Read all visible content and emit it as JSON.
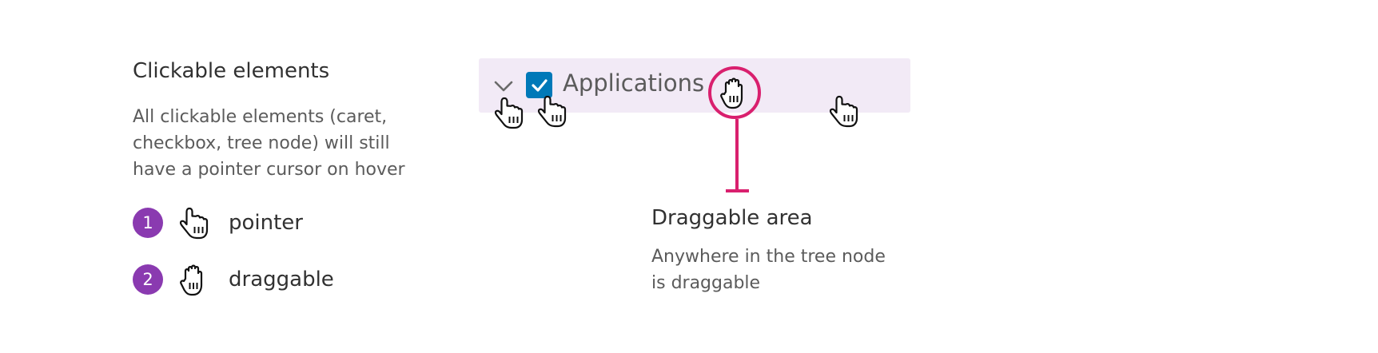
{
  "intro": {
    "title": "Clickable elements",
    "description": "All clickable elements (caret, checkbox, tree node) will still have a pointer cursor on hover"
  },
  "legend": {
    "items": [
      {
        "number": "1",
        "label": "pointer",
        "icon": "pointer-cursor-icon"
      },
      {
        "number": "2",
        "label": "draggable",
        "icon": "grab-cursor-icon"
      }
    ]
  },
  "tree_node": {
    "label": "Applications",
    "checked": true,
    "expanded": true,
    "icons": [
      "chevron-down-icon",
      "checkmark-icon"
    ]
  },
  "callout": {
    "title": "Draggable area",
    "description": "Anywhere in the tree node is draggable"
  },
  "colors": {
    "node_background": "#f2eaf6",
    "checkbox": "#0079b8",
    "badge": "#8a3ab0",
    "callout": "#d9206e",
    "text_primary": "#313131",
    "text_secondary": "#5b5b5b"
  }
}
